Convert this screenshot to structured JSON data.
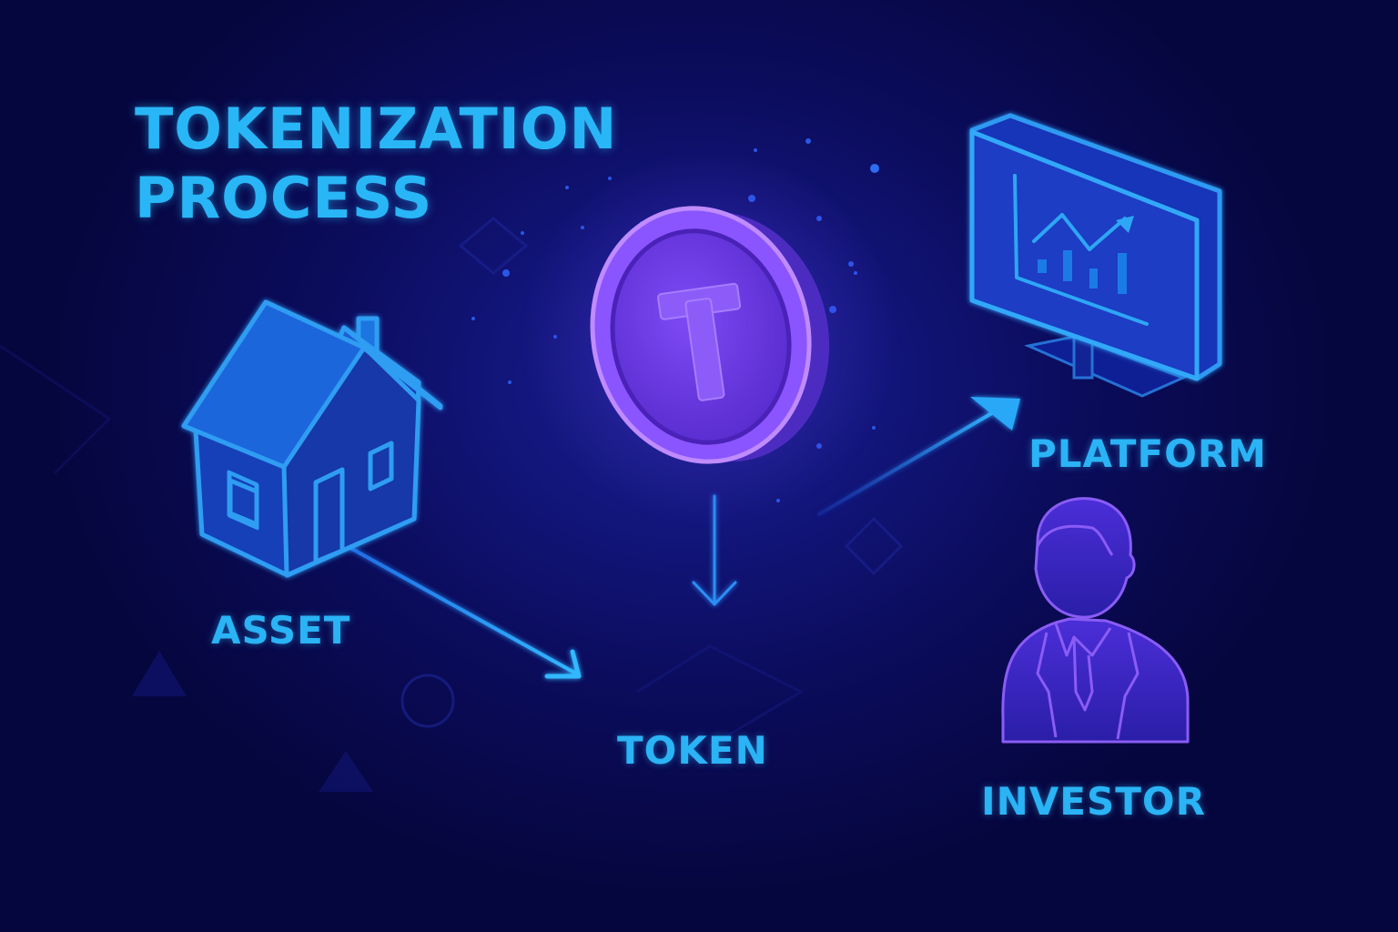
{
  "title": {
    "line1": "TOKENIZATION",
    "line2": "PROCESS"
  },
  "nodes": {
    "asset": {
      "label": "ASSET",
      "icon": "house-icon"
    },
    "token": {
      "label": "TOKEN",
      "icon": "coin-icon",
      "glyph": "T"
    },
    "platform": {
      "label": "PLATFORM",
      "icon": "monitor-chart-icon"
    },
    "investor": {
      "label": "INVESTOR",
      "icon": "businessman-icon"
    }
  },
  "edges": [
    {
      "from": "asset",
      "to": "token"
    },
    {
      "from": "coin",
      "to": "token"
    },
    {
      "from": "token",
      "to": "platform"
    }
  ],
  "colors": {
    "background": "#0b0c5c",
    "accent_cyan": "#29b6f6",
    "house_blue": "#1e5fd8",
    "coin_purple": "#7b3ff2",
    "coin_rim": "#c08bff",
    "investor_purple": "#6a3ce0"
  }
}
